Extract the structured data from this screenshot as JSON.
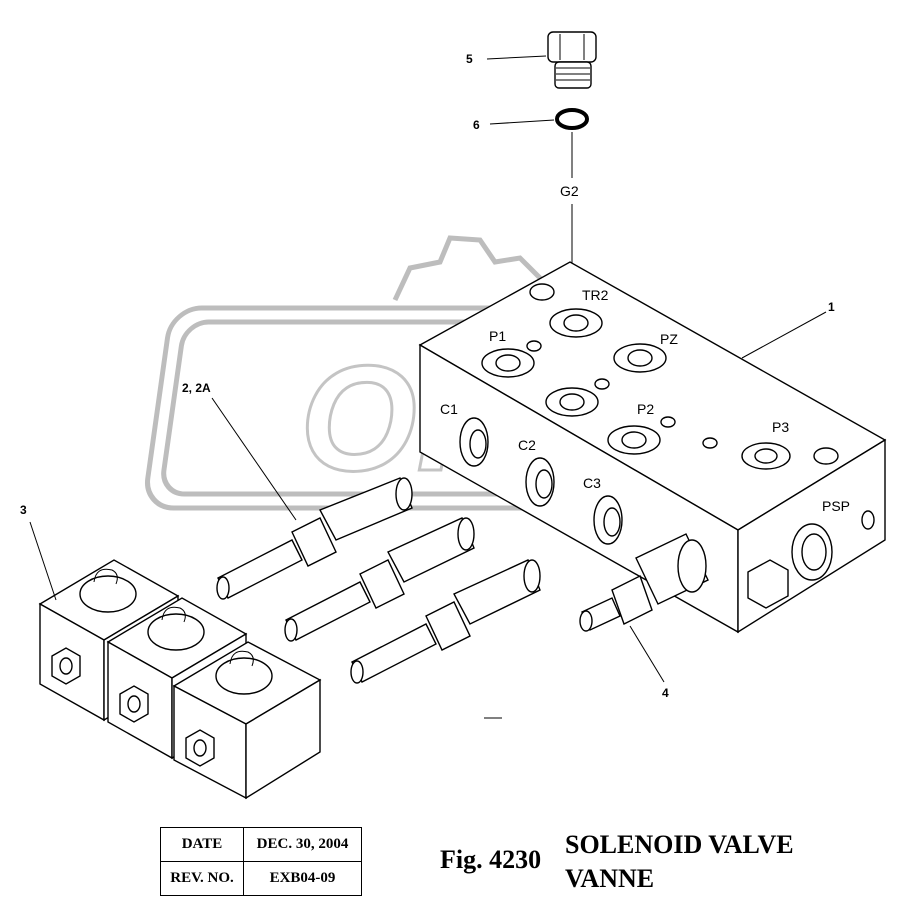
{
  "watermark": {
    "text": "ORIZ"
  },
  "callouts": {
    "c1": "1",
    "c2": "2, 2A",
    "c3": "3",
    "c4": "4",
    "c5": "5",
    "c6": "6"
  },
  "ports": {
    "g2": "G2",
    "tr2": "TR2",
    "p1": "P1",
    "pz": "PZ",
    "c1": "C1",
    "p2": "P2",
    "c2": "C2",
    "p3": "P3",
    "c3": "C3",
    "psp": "PSP"
  },
  "title_block": {
    "date_label": "DATE",
    "date_value": "DEC. 30, 2004",
    "rev_label": "REV. NO.",
    "rev_value": "EXB04-09"
  },
  "figure": {
    "number": "Fig. 4230",
    "title_en": "SOLENOID VALVE",
    "title_fr": "VANNE"
  }
}
